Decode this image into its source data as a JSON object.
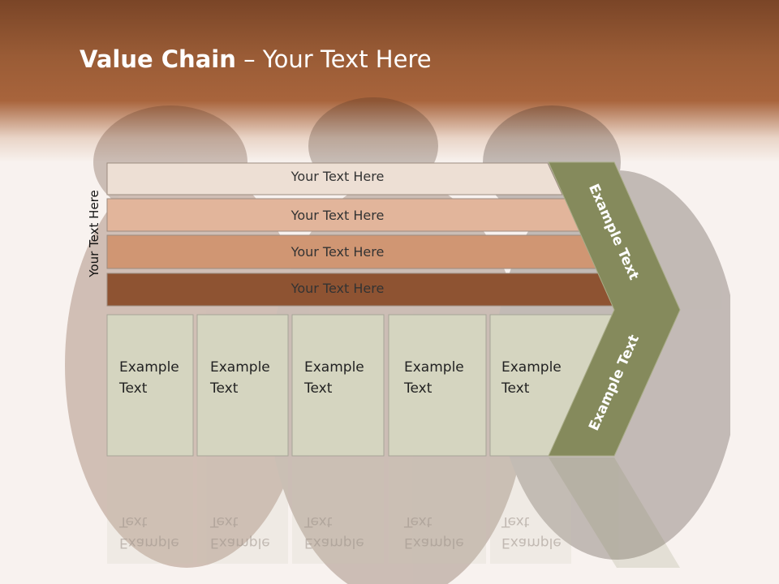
{
  "slide": {
    "title_bold": "Value Chain",
    "title_rest": " – Your Text Here",
    "side_label": "Your Text Here"
  },
  "bars": [
    {
      "label": "Your Text Here",
      "fill": "#eddfd4"
    },
    {
      "label": "Your Text Here",
      "fill": "#e2b59b"
    },
    {
      "label": "Your Text Here",
      "fill": "#d09673"
    },
    {
      "label": "Your Text Here",
      "fill": "#8e5332"
    }
  ],
  "boxes": [
    {
      "line1": "Example",
      "line2": "Text"
    },
    {
      "line1": "Example",
      "line2": "Text"
    },
    {
      "line1": "Example",
      "line2": "Text"
    },
    {
      "line1": "Example",
      "line2": "Text"
    },
    {
      "line1": "Example",
      "line2": "Text"
    }
  ],
  "chevron": {
    "upper_label": "Example Text",
    "lower_label": "Example Text",
    "fill": "#858a5c"
  },
  "colors": {
    "box_fill": "#d5d5c0",
    "box_border": "#a6a597",
    "header": "#a8643c"
  }
}
